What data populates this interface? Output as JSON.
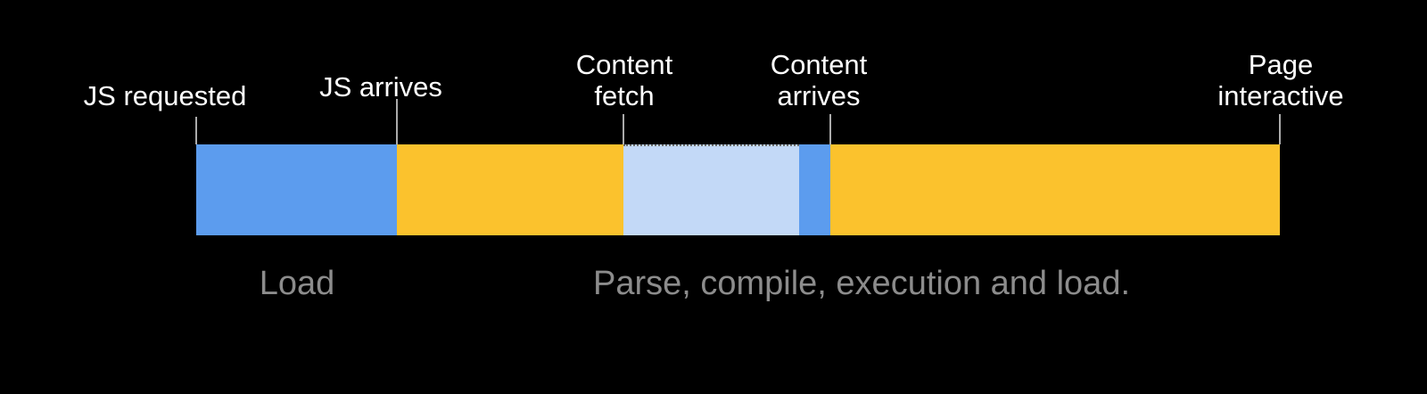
{
  "colors": {
    "background": "#000000",
    "segment_blue": "#5c9cee",
    "segment_yellow": "#fbc22d",
    "segment_light_blue": "#c3d9f7",
    "tick": "#ababab",
    "event_label_text": "#ffffff",
    "phase_label_text": "#8c8c8c"
  },
  "events": [
    {
      "label": "JS requested"
    },
    {
      "label": "JS arrives"
    },
    {
      "label": "Content\nfetch"
    },
    {
      "label": "Content\narrives"
    },
    {
      "label": "Page\ninteractive"
    }
  ],
  "bar": {
    "segments": [
      {
        "name": "js-download",
        "color": "#5c9cee"
      },
      {
        "name": "parse-compile-1",
        "color": "#fbc22d"
      },
      {
        "name": "content-fetch",
        "color": "#c3d9f7",
        "top_edge": "dotted"
      },
      {
        "name": "content-arrives",
        "color": "#5c9cee"
      },
      {
        "name": "parse-compile-2",
        "color": "#fbc22d"
      }
    ]
  },
  "phases": [
    {
      "label": "Load"
    },
    {
      "label": "Parse, compile, execution and load."
    }
  ]
}
